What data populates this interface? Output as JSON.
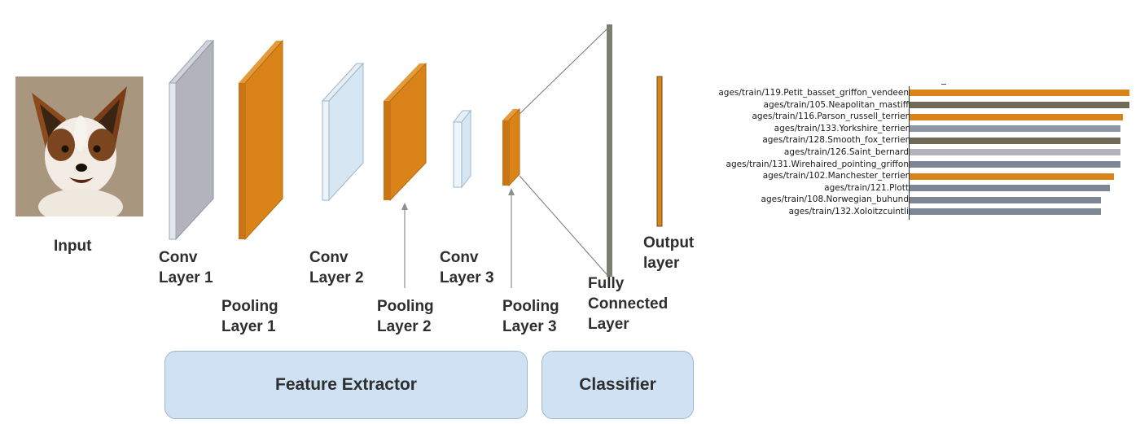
{
  "input": {
    "label": "Input"
  },
  "layers": {
    "conv1": [
      "Conv",
      "Layer 1"
    ],
    "pool1": [
      "Pooling",
      "Layer 1"
    ],
    "conv2": [
      "Conv",
      "Layer 2"
    ],
    "pool2": [
      "Pooling",
      "Layer 2"
    ],
    "conv3": [
      "Conv",
      "Layer 3"
    ],
    "pool3": [
      "Pooling",
      "Layer 3"
    ],
    "fc": [
      "Fully",
      "Connected",
      "Layer"
    ],
    "output": [
      "Output",
      "layer"
    ]
  },
  "groups": {
    "feature_extractor": "Feature Extractor",
    "classifier": "Classifier"
  },
  "colors": {
    "conv": "#b3b3bd",
    "pool": "#d98319",
    "light_conv": "#d6e6f2",
    "fc": "#7b7f72",
    "group_box": "#cfe2f3"
  },
  "chart_data": {
    "type": "bar",
    "orientation": "horizontal",
    "categories": [
      "ages/train/119.Petit_basset_griffon_vendeen",
      "ages/train/105.Neapolitan_mastiff",
      "ages/train/116.Parson_russell_terrier",
      "ages/train/133.Yorkshire_terrier",
      "ages/train/128.Smooth_fox_terrier",
      "ages/train/126.Saint_bernard",
      "ages/train/131.Wirehaired_pointing_griffon",
      "ages/train/102.Manchester_terrier",
      "ages/train/121.Plott",
      "ages/train/108.Norwegian_buhund",
      "ages/train/132.Xoloitzcuintli"
    ],
    "values": [
      1.0,
      1.0,
      0.97,
      0.96,
      0.96,
      0.96,
      0.96,
      0.93,
      0.91,
      0.87,
      0.87
    ],
    "colors": [
      "#d98319",
      "#6e6a55",
      "#d98319",
      "#8c98a8",
      "#6e6a55",
      "#b3b3bd",
      "#7b8794",
      "#d98319",
      "#7b8794",
      "#7b8794",
      "#7b8794"
    ],
    "xlim": [
      0,
      1
    ],
    "grid": false,
    "legend": "none"
  }
}
